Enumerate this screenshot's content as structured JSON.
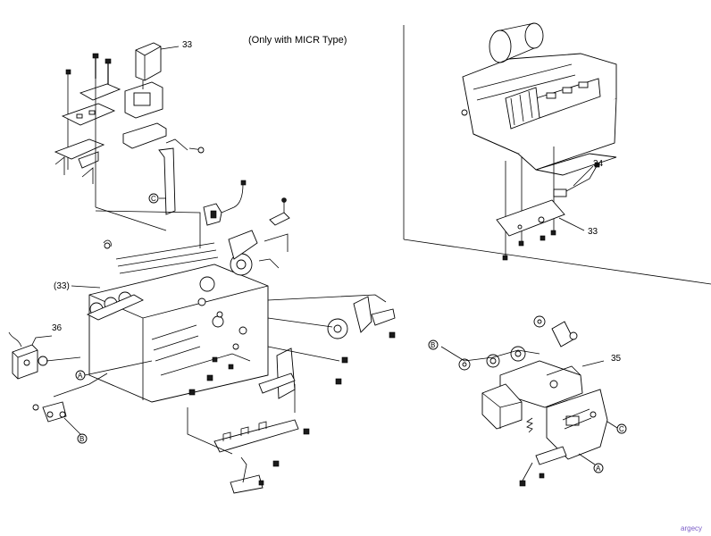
{
  "note": "(Only with MICR Type)",
  "callouts": {
    "c33_top": "33",
    "c33_paren": "(33)",
    "c36": "36",
    "c34": "34",
    "c33_right": "33",
    "c35": "35"
  },
  "refs": {
    "ref_c_left": "C",
    "ref_a_left": "A",
    "ref_b_left": "B",
    "ref_b_right": "B",
    "ref_c_right": "C",
    "ref_a_right": "A"
  },
  "watermark": "argecy"
}
